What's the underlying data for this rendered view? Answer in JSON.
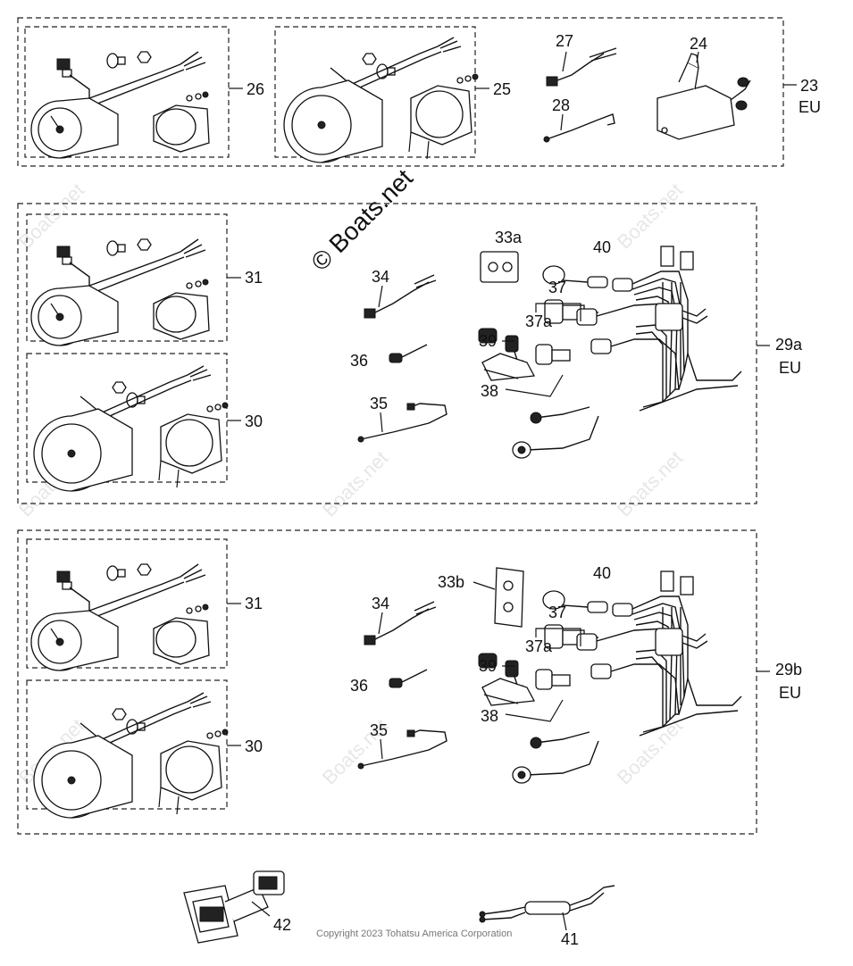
{
  "watermark": {
    "main": "© Boats.net",
    "repeat": "Boats.net"
  },
  "copyright": "Copyright 2023 Tohatsu America Corporation",
  "callouts": {
    "p23": "23",
    "p23_eu": "EU",
    "p24": "24",
    "p25": "25",
    "p26": "26",
    "p27": "27",
    "p28": "28",
    "p29a": "29a",
    "p29a_eu": "EU",
    "p29b": "29b",
    "p29b_eu": "EU",
    "p30": "30",
    "p30b": "30",
    "p31": "31",
    "p31b": "31",
    "p33a": "33a",
    "p33b": "33b",
    "p34": "34",
    "p34b": "34",
    "p35": "35",
    "p35b": "35",
    "p36": "36",
    "p36b": "36",
    "p37": "37",
    "p37b": "37",
    "p37a": "37a",
    "p37a_b": "37a",
    "p38": "38",
    "p38b": "38",
    "p39": "39",
    "p39b": "39",
    "p40": "40",
    "p40b": "40",
    "p41": "41",
    "p42": "42"
  }
}
